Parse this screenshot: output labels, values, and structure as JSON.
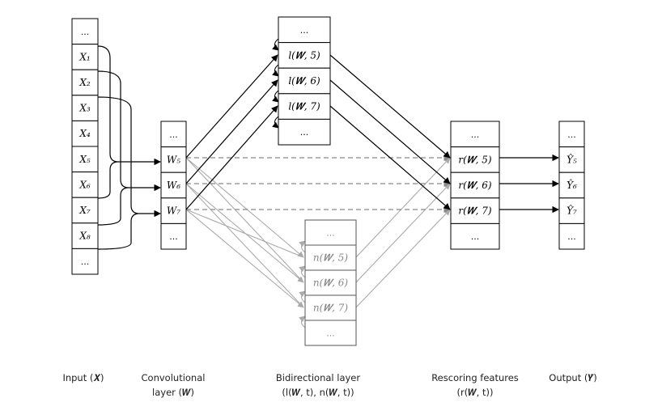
{
  "columns": {
    "input": {
      "cells": [
        "...",
        "X₁",
        "X₂",
        "X₃",
        "X₄",
        "X₅",
        "X₆",
        "X₇",
        "X₈",
        "..."
      ],
      "caption": [
        "Input (𝑿)"
      ]
    },
    "conv": {
      "cells": [
        "...",
        "W₅",
        "W₆",
        "W₇",
        "..."
      ],
      "caption": [
        "Convolutional",
        "layer (𝑾)"
      ]
    },
    "bidir_l": {
      "cells": [
        "...",
        "l(𝑾, 5)",
        "l(𝑾, 6)",
        "l(𝑾, 7)",
        "..."
      ]
    },
    "bidir_n": {
      "cells": [
        "...",
        "n(𝑾, 5)",
        "n(𝑾, 6)",
        "n(𝑾, 7)",
        "..."
      ]
    },
    "bidir_caption": [
      "Bidirectional layer",
      "(l(𝑾, t), n(𝑾, t))"
    ],
    "rescore": {
      "cells": [
        "...",
        "r(𝑾, 5)",
        "r(𝑾, 6)",
        "r(𝑾, 7)",
        "..."
      ],
      "caption": [
        "Rescoring features",
        "(r(𝑾, t))"
      ]
    },
    "output": {
      "cells": [
        "...",
        "Ŷ₅",
        "Ŷ₆",
        "Ŷ₇",
        "..."
      ],
      "caption": [
        "Output (𝒀̂)"
      ]
    }
  },
  "colors": {
    "line": "#000000",
    "gray_line": "#aaaaaa",
    "dashed": "#888888",
    "gray_text": "#888888"
  }
}
